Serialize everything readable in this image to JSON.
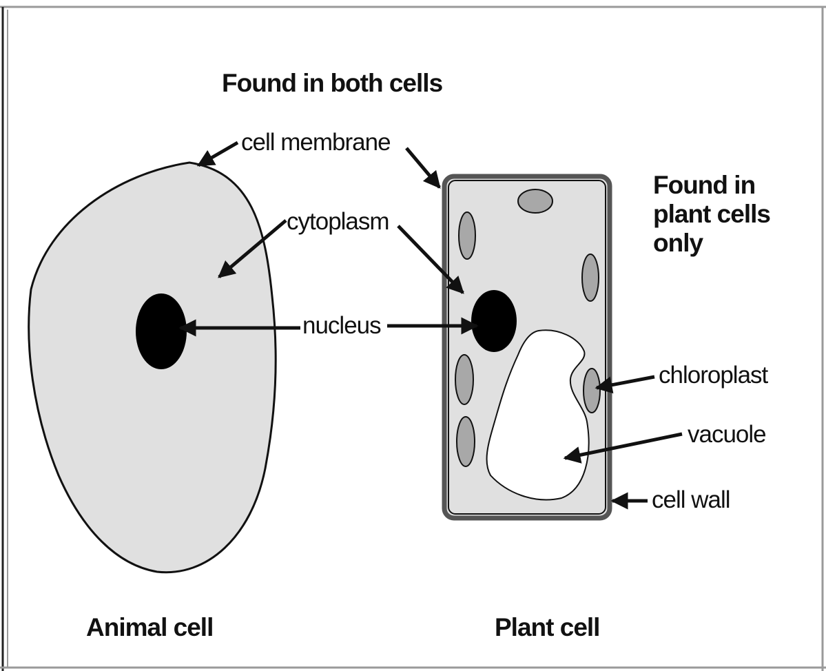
{
  "headings": {
    "both": "Found in both cells",
    "plant_only": [
      "Found in",
      "plant cells",
      "only"
    ]
  },
  "labels": {
    "cell_membrane": "cell membrane",
    "cytoplasm": "cytoplasm",
    "nucleus": "nucleus",
    "chloroplast": "chloroplast",
    "vacuole": "vacuole",
    "cell_wall": "cell wall"
  },
  "captions": {
    "animal": "Animal cell",
    "plant": "Plant cell"
  },
  "colors": {
    "cell_fill": "#e0e0e0",
    "chloroplast_fill": "#a8a8a8",
    "nucleus_fill": "#000000",
    "vacuole_fill": "#ffffff",
    "outline": "#111111",
    "frame_dark": "#222222",
    "frame_light": "#9a9a9a"
  }
}
